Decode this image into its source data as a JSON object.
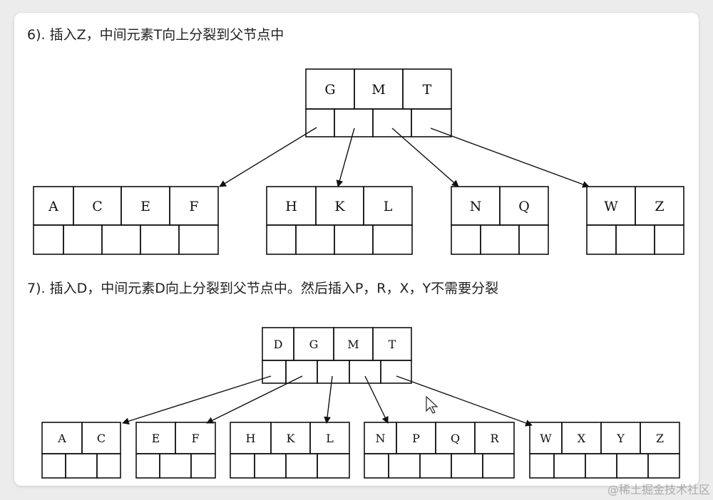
{
  "captions": {
    "step6": "6). 插入Z，中间元素T向上分裂到父节点中",
    "step7": "7). 插入D，中间元素D向上分裂到父节点中。然后插入P，R，X，Y不需要分裂"
  },
  "diagram6": {
    "root": [
      "G",
      "M",
      "T"
    ],
    "children": [
      [
        "A",
        "C",
        "E",
        "F"
      ],
      [
        "H",
        "K",
        "L"
      ],
      [
        "N",
        "Q"
      ],
      [
        "W",
        "Z"
      ]
    ]
  },
  "diagram7": {
    "root": [
      "D",
      "G",
      "M",
      "T"
    ],
    "children": [
      [
        "A",
        "C"
      ],
      [
        "E",
        "F"
      ],
      [
        "H",
        "K",
        "L"
      ],
      [
        "N",
        "P",
        "Q",
        "R"
      ],
      [
        "W",
        "X",
        "Y",
        "Z"
      ]
    ]
  },
  "watermark": "@稀土掘金技术社区",
  "colors": {
    "stroke": "#111111",
    "background": "#ffffff"
  }
}
